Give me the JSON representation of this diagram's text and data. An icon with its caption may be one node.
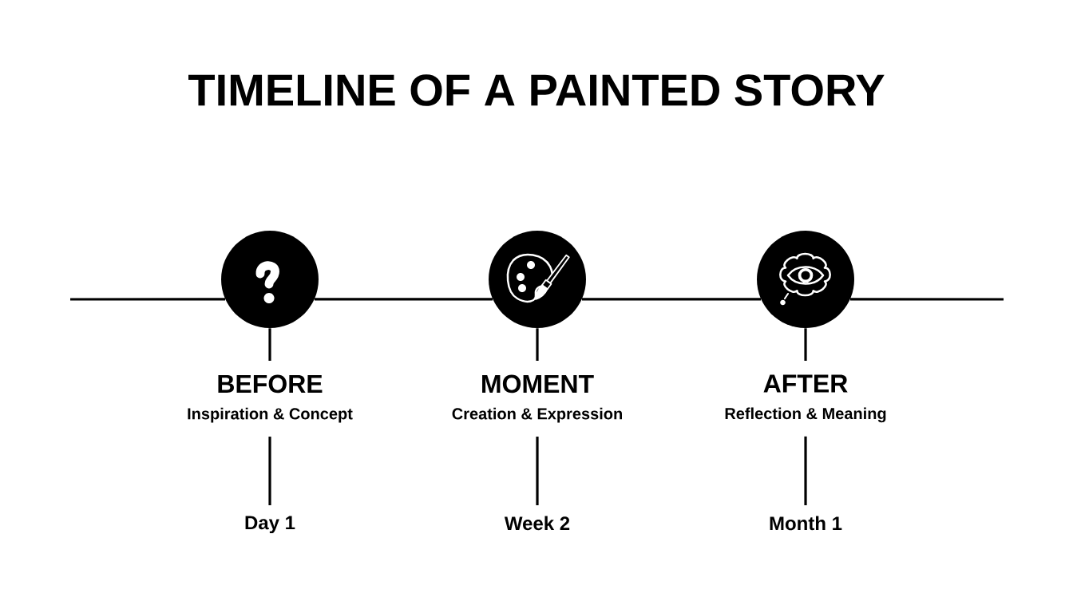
{
  "diagram": {
    "title": "TIMELINE OF A PAINTED STORY",
    "nodes": [
      {
        "text": [],
        "shape": "circle"
      },
      {
        "text": [
          "BEFORE",
          "Inspiration & Concept"
        ]
      },
      {
        "text": [
          "Day 1"
        ]
      },
      {
        "text": [],
        "shape": "circle"
      },
      {
        "text": [
          "MOMENT",
          "Creation & Expression"
        ]
      },
      {
        "text": [
          "Week 2"
        ]
      },
      {
        "text": [],
        "shape": "circle"
      },
      {
        "text": [
          "AFTER",
          "Reflection & Meaning"
        ]
      },
      {
        "text": [
          "Month 1"
        ]
      }
    ],
    "edges": [
      {
        "from": null,
        "to": 0,
        "arrow": "none"
      },
      {
        "from": 0,
        "to": 3,
        "arrow": "none"
      },
      {
        "from": 3,
        "to": 6,
        "arrow": "none"
      },
      {
        "from": 6,
        "to": null,
        "arrow": "none"
      },
      {
        "from": 0,
        "to": 1,
        "arrow": "none"
      },
      {
        "from": 1,
        "to": 2,
        "arrow": "none"
      },
      {
        "from": 3,
        "to": 4,
        "arrow": "none"
      },
      {
        "from": 4,
        "to": 5,
        "arrow": "none"
      },
      {
        "from": 6,
        "to": 7,
        "arrow": "none"
      },
      {
        "from": 7,
        "to": 8,
        "arrow": "none"
      }
    ]
  }
}
